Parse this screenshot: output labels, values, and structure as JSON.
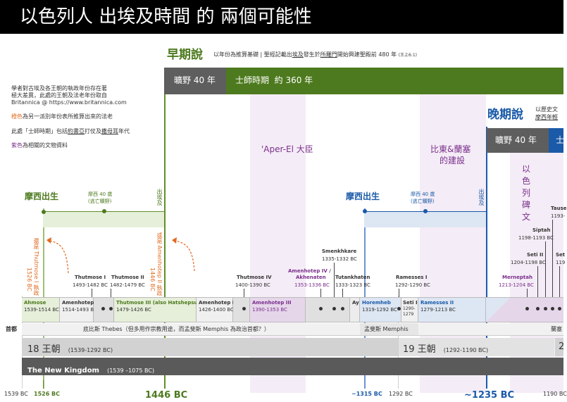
{
  "title": "以色列人 出埃及時間 的 兩個可能性",
  "early": {
    "heading": "早期說",
    "note_pre": "以年份為推算基礎 | 聖經記載出",
    "note_u1": "埃及",
    "note_mid": "發生於",
    "note_u2": "所羅門",
    "note_post": "開始興建聖殿前 480 年",
    "note_ref": "(王上6:1)",
    "wild_band": "曠野 40 年",
    "judges_band": "士師時期  約 360 年",
    "moses_born": "摩西出生",
    "moses_40": "摩西 40 歲",
    "moses_40_sub": "(逃亡曠野)",
    "exodus_v": "出埃及",
    "year": "1446 BC"
  },
  "late": {
    "heading": "晚期說",
    "note_line1": "以歷史文",
    "note_line2": "摩西年輕",
    "wild_band": "曠野 40 年",
    "band_first_char": "士",
    "moses_born": "摩西出生",
    "moses_40": "摩西 40 歲",
    "moses_40_sub": "(逃亡曠野)",
    "exodus_v": "出埃及",
    "year": "~1235 BC"
  },
  "legend": {
    "line1": "學者對古埃及各王朝的執政年份存在著",
    "line2": "極大差異，此處的王朝及法老年份取自",
    "line3": "Britannica @ https://www.britannica.com",
    "orange_word": "橙色",
    "orange_rest": "為另一派別年份表所推算出來的法老",
    "judges_pre": "此處「士師時期」包括",
    "judges_u1": "約書亞",
    "judges_mid": "打仗及",
    "judges_u2": "撒母耳",
    "judges_post": "年代",
    "purple_word": "紫色",
    "purple_rest": "為相關的文物資料"
  },
  "artifacts": {
    "aper_el": "'Aper-El 大臣",
    "pithom_l1": "比東&蘭塞",
    "pithom_l2": "的建設",
    "stele": [
      "以",
      "色",
      "列",
      "碑",
      "文"
    ]
  },
  "orange_notes": [
    {
      "year": "1526 BC",
      "name": "還是 Thutmose I 執政"
    },
    {
      "year": "1446 BC",
      "name": "或是 Amenhotep II 執政"
    }
  ],
  "pharaoh_labels": [
    {
      "name": "Thutmose I",
      "years": "1493-1482 BC"
    },
    {
      "name": "Thutmose II",
      "years": "1482-1479 BC"
    },
    {
      "name": "Thutmose IV",
      "years": "1400-1390 BC"
    },
    {
      "name": "Amenhotep IV /",
      "name2": "Akhenaten",
      "years": "1353-1336 BC"
    },
    {
      "name": "Smenkhkare",
      "years": "1335-1332 BC"
    },
    {
      "name": "Tutankhaten",
      "years": "1333-1323 BC"
    },
    {
      "name": "Ramesses I",
      "years": "1292-1290 BC"
    },
    {
      "name": "Merneptah",
      "years": "1213-1204 BC"
    },
    {
      "name": "Siptah",
      "years": "1198-1193 BC"
    },
    {
      "name": "Seti II",
      "years": "1204-1198 BC"
    },
    {
      "name": "Tause",
      "years": "1193-"
    },
    {
      "name": "Set",
      "years": "119"
    }
  ],
  "king_cells": [
    {
      "name": "Ahmose",
      "years": "1539-1514 BC"
    },
    {
      "name": "Amenhotep I",
      "years": "1514-1493 BC"
    },
    {
      "name": "Thutmose III (also Hatshepsut)",
      "years": "1479-1426 BC"
    },
    {
      "name": "Amenhotep II",
      "years": "1426-1400 BC"
    },
    {
      "name": "Amenhotep III",
      "years": "1390-1353 BC"
    },
    {
      "name": "Ay",
      "years": ""
    },
    {
      "name": "Horemheb",
      "years": "1319-1292 BC"
    },
    {
      "name": "Seti I",
      "years": "1290-1279"
    },
    {
      "name": "Ramesses II",
      "years": "1279-1213 BC"
    }
  ],
  "capital": {
    "label": "首都",
    "thebes": "底比斯 Thebes（但多用作宗教用途，而孟斐斯 Memphis 為政治首都？）",
    "memphis": "孟斐斯 Memphis",
    "right": "蘭塞"
  },
  "dynasties": {
    "d18": "18 王朝",
    "d18_years": "(1539-1292 BC)",
    "d19": "19 王朝",
    "d19_years": "(1292-1190 BC)",
    "d20": "2",
    "new_kingdom": "The New Kingdom",
    "new_kingdom_years": "(1539 –1075 BC)"
  },
  "axis": {
    "t1539": "1539 BC",
    "t1526": "1526 BC",
    "t1446": "1446 BC",
    "t1315": "~1315 BC",
    "t1292": "1292 BC",
    "t1235": "~1235 BC",
    "t1190": "1190 BC"
  },
  "colors": {
    "green": "#4d7a1e",
    "dark_gray": "#5e5e5e",
    "blue": "#1a5aa8",
    "navy": "#2e4a6b",
    "purple_shade": "#f3ebf5",
    "orange": "#e06a1f"
  }
}
